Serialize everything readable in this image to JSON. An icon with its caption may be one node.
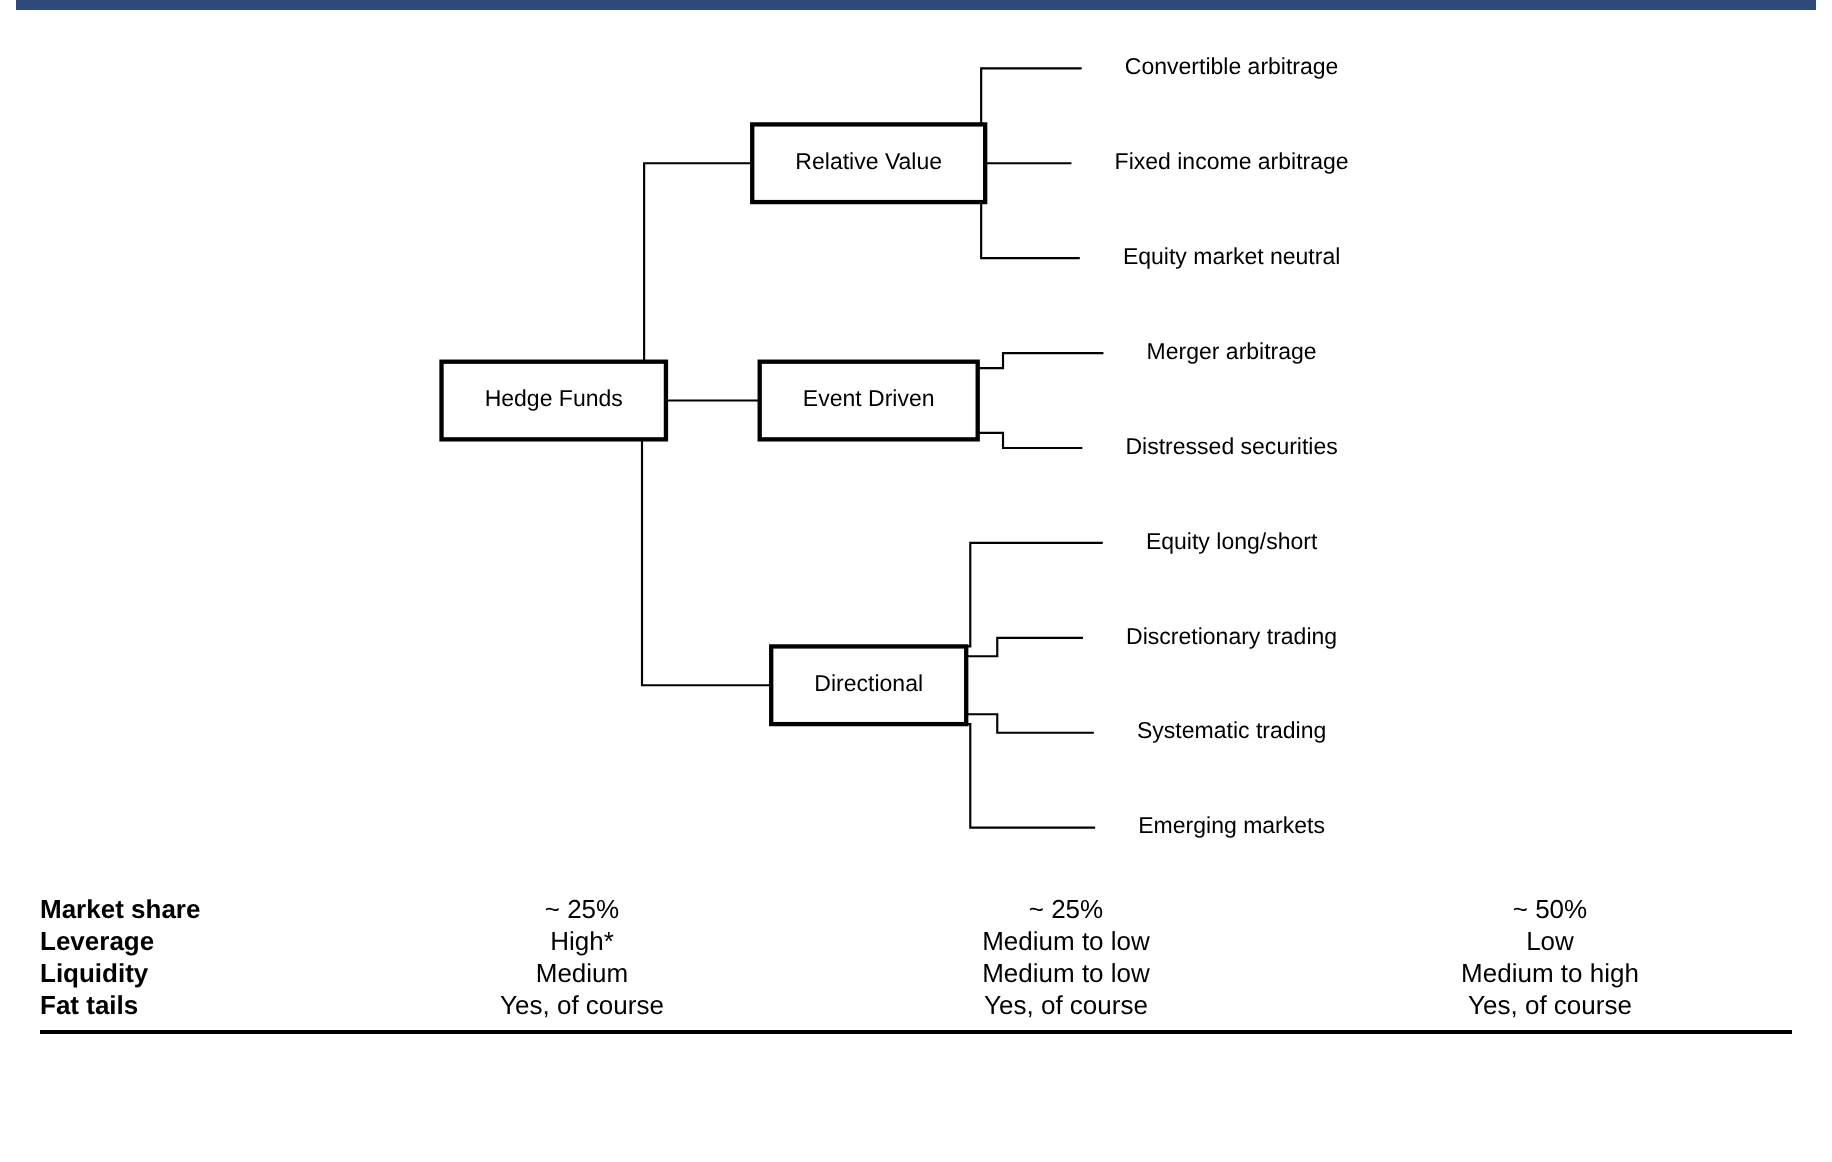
{
  "diagram": {
    "nodes": [
      {
        "text": [
          "Hedge Funds"
        ]
      },
      {
        "text": [
          "Relative Value"
        ]
      },
      {
        "text": [
          "Event Driven"
        ]
      },
      {
        "text": [
          "Directional"
        ]
      },
      {
        "text": [
          "Convertible arbitrage"
        ]
      },
      {
        "text": [
          "Fixed income arbitrage"
        ]
      },
      {
        "text": [
          "Equity market neutral"
        ]
      },
      {
        "text": [
          "Merger arbitrage"
        ]
      },
      {
        "text": [
          "Distressed securities"
        ]
      },
      {
        "text": [
          "Equity long/short"
        ]
      },
      {
        "text": [
          "Discretionary trading"
        ]
      },
      {
        "text": [
          "Systematic trading"
        ]
      },
      {
        "text": [
          "Emerging markets"
        ]
      }
    ],
    "edges": [
      {
        "from": 0,
        "to": 1,
        "arrow": "none"
      },
      {
        "from": 0,
        "to": 2,
        "arrow": "none"
      },
      {
        "from": 0,
        "to": 3,
        "arrow": "none"
      },
      {
        "from": 1,
        "to": 4,
        "arrow": "none"
      },
      {
        "from": 1,
        "to": 5,
        "arrow": "none"
      },
      {
        "from": 1,
        "to": 6,
        "arrow": "none"
      },
      {
        "from": 2,
        "to": 7,
        "arrow": "none"
      },
      {
        "from": 2,
        "to": 8,
        "arrow": "none"
      },
      {
        "from": 3,
        "to": 9,
        "arrow": "none"
      },
      {
        "from": 3,
        "to": 10,
        "arrow": "none"
      },
      {
        "from": 3,
        "to": 11,
        "arrow": "none"
      },
      {
        "from": 3,
        "to": 12,
        "arrow": "none"
      }
    ],
    "labels": [
      "Market share",
      "~ 25%",
      "~ 25%",
      "~ 50%",
      "Leverage",
      "High*",
      "Medium to low",
      "Low",
      "Liquidity",
      "Medium",
      "Medium to low",
      "Medium to high",
      "Fat tails",
      "Yes, of course",
      "Yes, of course",
      "Yes, of course"
    ]
  }
}
